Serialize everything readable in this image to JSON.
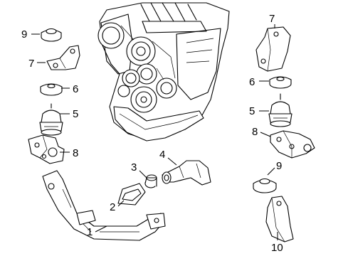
{
  "callouts": {
    "c1": "1",
    "c2": "2",
    "c3": "3",
    "c4": "4",
    "c5_left": "5",
    "c5_right": "5",
    "c6_left": "6",
    "c6_right": "6",
    "c7_left": "7",
    "c7_right": "7",
    "c8_left": "8",
    "c8_right": "8",
    "c9_left": "9",
    "c9_right": "9",
    "c10": "10"
  }
}
